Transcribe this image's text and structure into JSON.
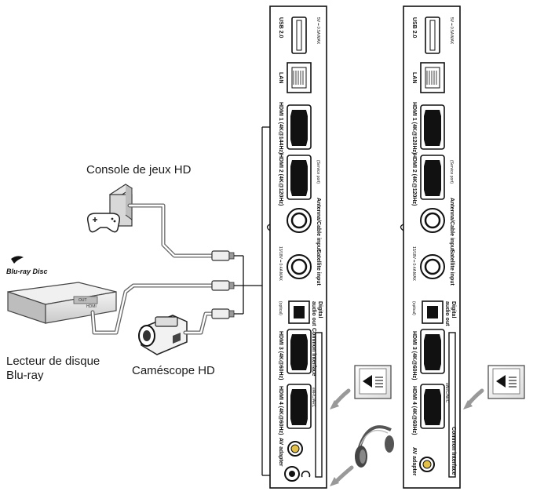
{
  "devices": {
    "console_label": "Console de jeux HD",
    "bluray_label": "Lecteur de disque Blu-ray",
    "bluray_line1": "Lecteur de disque",
    "bluray_line2": "Blu-ray",
    "camcorder_label": "Caméscope HD",
    "bluray_logo": "Blu-ray Disc",
    "bluray_box_out": "OUT",
    "bluray_box_hdmi": "HDMI"
  },
  "panel_left": {
    "usb_label": "USB 2.0",
    "usb_rating": "5V ━ 0.5A MAX",
    "lan_label": "LAN",
    "hdmi1_label": "HDMI 1 (4K@144Hz)",
    "hdmi2_label": "HDMI 2 (4K@120Hz)",
    "hdmi2_sub": "(Service port)",
    "antenna_label": "Antenna/Cable input",
    "satellite_label": "Satellite input",
    "satellite_rating": "13/18V ━ 0.4A MAX",
    "digital_label1": "Digital",
    "digital_label2": "audio out",
    "digital_sub": "(optical)",
    "hdmi3_label": "HDMI 3 (4K@60Hz)",
    "ci_label": "Common interface",
    "hdmi4_label": "HDMI 4 (4K@60Hz)",
    "hdmi4_sub": "eARC/ARC",
    "av_label": "AV adapter"
  },
  "panel_right": {
    "usb_label": "USB 2.0",
    "usb_rating": "5V ━ 0.5A MAX",
    "lan_label": "LAN",
    "hdmi1_label": "HDMI 1 (4K@120Hz)",
    "hdmi2_label": "HDMI 2 (4K@120Hz)",
    "hdmi2_sub": "(Service port)",
    "antenna_label": "Antenna/Cable input",
    "satellite_label": "Satellite input",
    "satellite_rating": "13/18V ━ 0.4A MAX",
    "digital_label1": "Digital",
    "digital_label2": "audio out",
    "digital_sub": "(optical)",
    "hdmi3_label": "HDMI 3 (4K@60Hz)",
    "ci_label": "Common interface",
    "hdmi4_label": "HDMI 4 (4K@60Hz)",
    "hdmi4_sub": "eARC/ARC",
    "av_label": "AV adapter"
  }
}
